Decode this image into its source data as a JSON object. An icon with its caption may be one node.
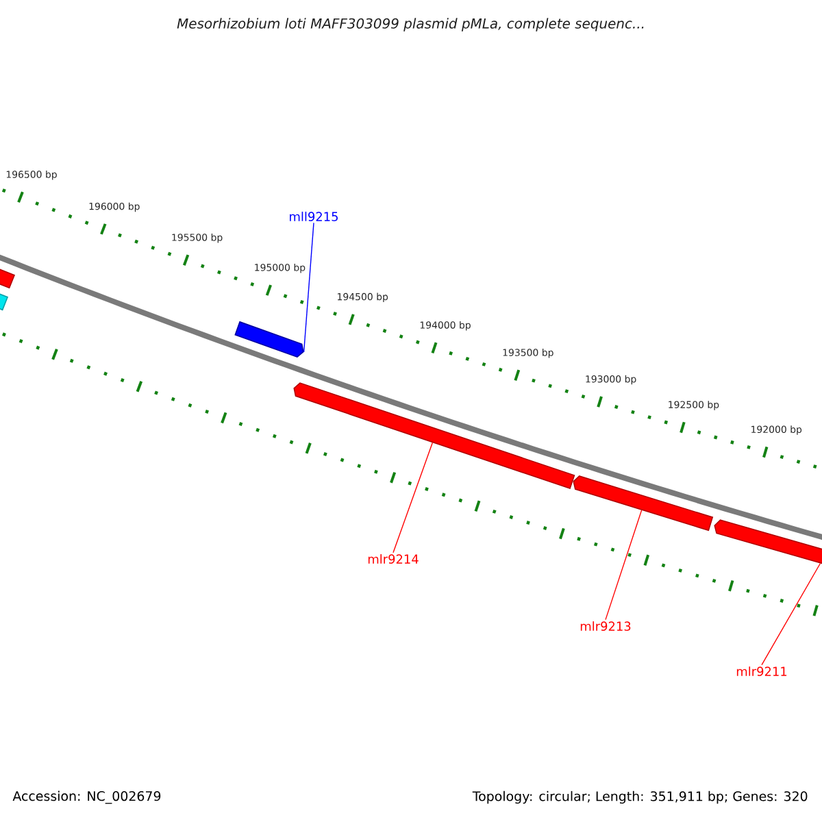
{
  "diagram": {
    "title": "Mesorhizobium loti MAFF303099 plasmid pMLa, complete sequenc...",
    "nodes": [
      {
        "text": [],
        "shape": "bar"
      },
      {
        "text": [],
        "shape": "bar"
      },
      {
        "text": [],
        "shape": "bar"
      },
      {
        "text": [],
        "shape": "bar"
      },
      {
        "text": [],
        "shape": "bar"
      },
      {
        "text": [],
        "shape": "bar"
      },
      {
        "text": [
          "mll9215"
        ]
      },
      {
        "text": [
          "mlr9214"
        ]
      },
      {
        "text": [
          "mlr9213"
        ]
      },
      {
        "text": [
          "mlr9211"
        ]
      }
    ],
    "edges": [
      {
        "from": 6,
        "to": 2,
        "arrow": "none",
        "color": "#0000ff"
      },
      {
        "from": 7,
        "to": 3,
        "arrow": "none"
      },
      {
        "from": 8,
        "to": 4,
        "arrow": "none"
      },
      {
        "from": 9,
        "to": 5,
        "arrow": "none"
      }
    ],
    "labels": [
      "196500 bp",
      "196000 bp",
      "195500 bp",
      "195000 bp",
      "194500 bp",
      "194000 bp",
      "193500 bp",
      "193000 bp",
      "192500 bp",
      "192000 bp",
      "Accession: NC_002679",
      "Topology: circular; Length: 351,911 bp; Genes: 320"
    ]
  }
}
